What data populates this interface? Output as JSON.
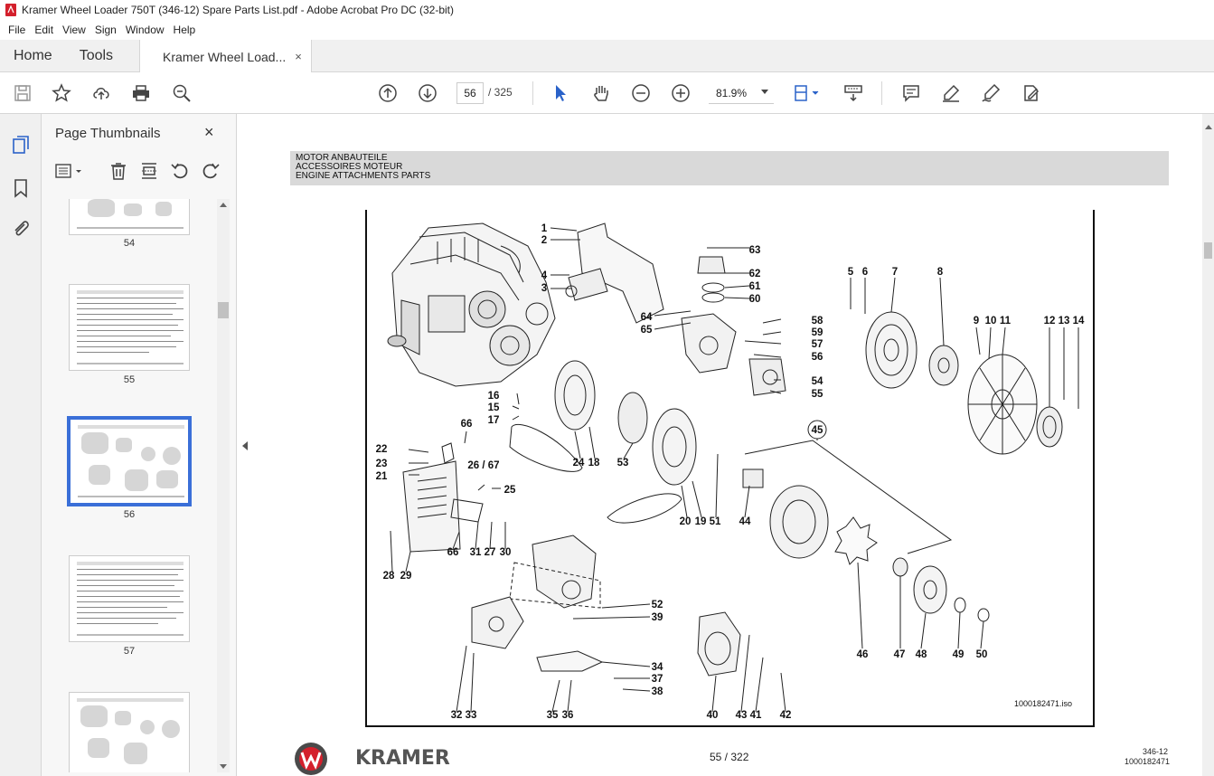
{
  "window": {
    "title": "Kramer Wheel Loader 750T (346-12) Spare Parts List.pdf - Adobe Acrobat Pro DC (32-bit)"
  },
  "menu": [
    "File",
    "Edit",
    "View",
    "Sign",
    "Window",
    "Help"
  ],
  "tabs": {
    "home": "Home",
    "tools": "Tools",
    "document": "Kramer Wheel Load...",
    "close": "×"
  },
  "toolbar": {
    "current_page": "56",
    "page_total": "/ 325",
    "zoom": "81.9%"
  },
  "sidebar": {
    "title": "Page Thumbnails",
    "close": "×",
    "thumbnails": [
      {
        "label": "54",
        "selected": false
      },
      {
        "label": "55",
        "selected": false
      },
      {
        "label": "56",
        "selected": true
      },
      {
        "label": "57",
        "selected": false
      }
    ]
  },
  "document": {
    "header": [
      "MOTOR ANBAUTEILE",
      "ACCESSOIRES MOTEUR",
      "ENGINE ATTACHMENTS PARTS"
    ],
    "iso_label": "1000182471.iso",
    "brand": "KRAMER",
    "page_indicator": "55 / 322",
    "code1": "346-12",
    "code2": "1000182471",
    "callouts": [
      "1",
      "2",
      "63",
      "62",
      "61",
      "60",
      "4",
      "3",
      "64",
      "65",
      "58",
      "59",
      "57",
      "56",
      "54",
      "55",
      "5",
      "6",
      "7",
      "8",
      "9",
      "10",
      "11",
      "12",
      "13",
      "14",
      "16",
      "15",
      "17",
      "66",
      "22",
      "23",
      "21",
      "26 / 67",
      "25",
      "24",
      "18",
      "53",
      "20",
      "19",
      "51",
      "45",
      "44",
      "66",
      "31",
      "27",
      "30",
      "28",
      "29",
      "52",
      "39",
      "34",
      "37",
      "38",
      "32",
      "33",
      "35",
      "36",
      "40",
      "43",
      "41",
      "42",
      "46",
      "47",
      "48",
      "49",
      "50"
    ]
  },
  "colors": {
    "accent": "#3a6fd8",
    "header_band": "#d9d9d9",
    "pdf_red": "#d4202c"
  }
}
